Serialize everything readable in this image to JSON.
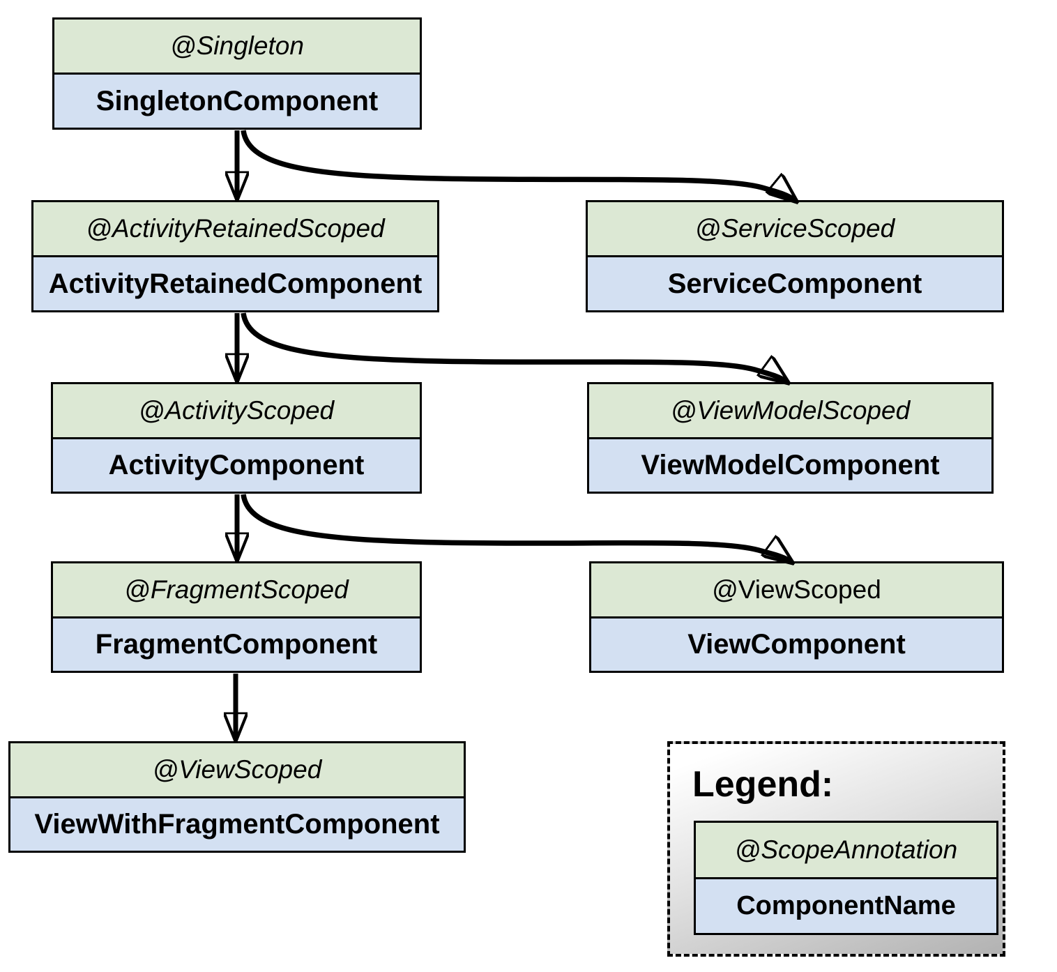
{
  "diagram": {
    "nodes": [
      {
        "id": "singleton",
        "scope": "@Singleton",
        "component": "SingletonComponent"
      },
      {
        "id": "activity_retained",
        "scope": "@ActivityRetainedScoped",
        "component": "ActivityRetainedComponent"
      },
      {
        "id": "service",
        "scope": "@ServiceScoped",
        "component": "ServiceComponent"
      },
      {
        "id": "activity",
        "scope": "@ActivityScoped",
        "component": "ActivityComponent"
      },
      {
        "id": "view_model",
        "scope": "@ViewModelScoped",
        "component": "ViewModelComponent"
      },
      {
        "id": "fragment",
        "scope": "@FragmentScoped",
        "component": "FragmentComponent"
      },
      {
        "id": "view",
        "scope": "@ViewScoped",
        "component": "ViewComponent"
      },
      {
        "id": "view_with_fragment",
        "scope": "@ViewScoped",
        "component": "ViewWithFragmentComponent"
      }
    ],
    "edges": [
      {
        "from": "SingletonComponent",
        "to": "ActivityRetainedComponent"
      },
      {
        "from": "SingletonComponent",
        "to": "ServiceComponent"
      },
      {
        "from": "ActivityRetainedComponent",
        "to": "ActivityComponent"
      },
      {
        "from": "ActivityRetainedComponent",
        "to": "ViewModelComponent"
      },
      {
        "from": "ActivityComponent",
        "to": "FragmentComponent"
      },
      {
        "from": "ActivityComponent",
        "to": "ViewComponent"
      },
      {
        "from": "FragmentComponent",
        "to": "ViewWithFragmentComponent"
      }
    ],
    "legend": {
      "title": "Legend:",
      "scope_placeholder": "@ScopeAnnotation",
      "component_placeholder": "ComponentName"
    },
    "colors": {
      "scope_bg": "#dce8d4",
      "component_bg": "#d3e0f2",
      "border": "#000000",
      "arrow": "#000000",
      "legend_gradient_start": "#ffffff",
      "legend_gradient_end": "#b2b2b2"
    }
  }
}
